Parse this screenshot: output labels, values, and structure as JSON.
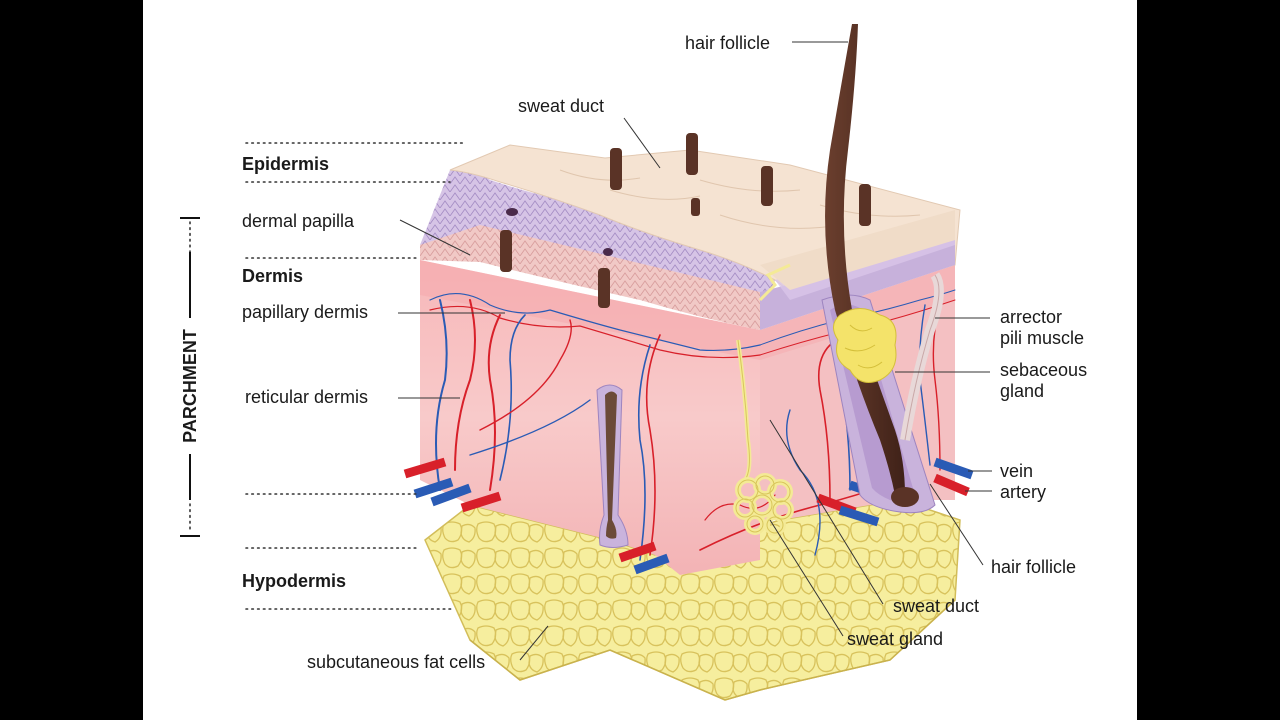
{
  "layers": {
    "epidermis": "Epidermis",
    "dermis": "Dermis",
    "hypodermis": "Hypodermis",
    "bracket": "PARCHMENT"
  },
  "labels": {
    "hair_follicle_top": "hair follicle",
    "sweat_duct_top": "sweat duct",
    "dermal_papilla": "dermal papilla",
    "papillary_dermis": "papillary dermis",
    "reticular_dermis": "reticular dermis",
    "arrector_line1": "arrector",
    "arrector_line2": "pili muscle",
    "sebaceous_line1": "sebaceous",
    "sebaceous_line2": "gland",
    "vein": "vein",
    "artery": "artery",
    "hair_follicle_bottom": "hair follicle",
    "sweat_duct_bottom": "sweat duct",
    "sweat_gland": "sweat gland",
    "fat_cells": "subcutaneous fat cells"
  },
  "colors": {
    "epidermis_top": "#f3e1cf",
    "epidermis_purple": "#c9b3dc",
    "dermis_pink": "#f6c3c3",
    "dermis_light": "#fbe0e0",
    "hypodermis_yellow": "#f5ec9a",
    "artery": "#d8202a",
    "vein": "#2a5bb5",
    "hair": "#5a3326"
  }
}
